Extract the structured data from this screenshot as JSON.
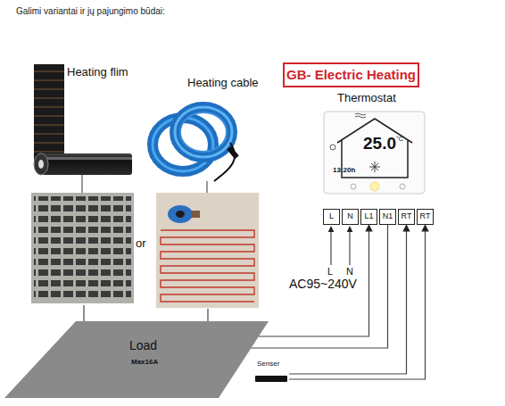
{
  "diagram": {
    "title": "Galimi variantai ir jų pajungimo būdai:",
    "nodes": [
      {
        "text": [
          "GB- Electric Heating"
        ]
      },
      {
        "text": [
          "Heating flim"
        ]
      },
      {
        "text": [
          "Heating cable"
        ]
      },
      {
        "text": [
          "Thermostat"
        ]
      },
      {
        "text": [
          "L"
        ]
      },
      {
        "text": [
          "N"
        ]
      },
      {
        "text": [
          "L1"
        ]
      },
      {
        "text": [
          "N1"
        ]
      },
      {
        "text": [
          "RT"
        ]
      },
      {
        "text": [
          "RT"
        ]
      },
      {
        "text": [
          "Load",
          "Max16A"
        ]
      },
      {
        "text": [
          "Senser"
        ]
      }
    ],
    "edges": [
      {
        "from": 1,
        "to": 10,
        "arrow": "none"
      },
      {
        "from": 2,
        "to": 10,
        "arrow": "none"
      },
      {
        "from": 10,
        "to": 6,
        "arrow": "to"
      },
      {
        "from": 10,
        "to": 7,
        "arrow": "none"
      },
      {
        "from": 11,
        "to": 8,
        "arrow": "to"
      },
      {
        "from": 11,
        "to": 9,
        "arrow": "to"
      }
    ],
    "labels": [
      "or",
      "L",
      "N",
      "AC95~240V",
      "°C",
      "25.0",
      "13:20h"
    ]
  }
}
